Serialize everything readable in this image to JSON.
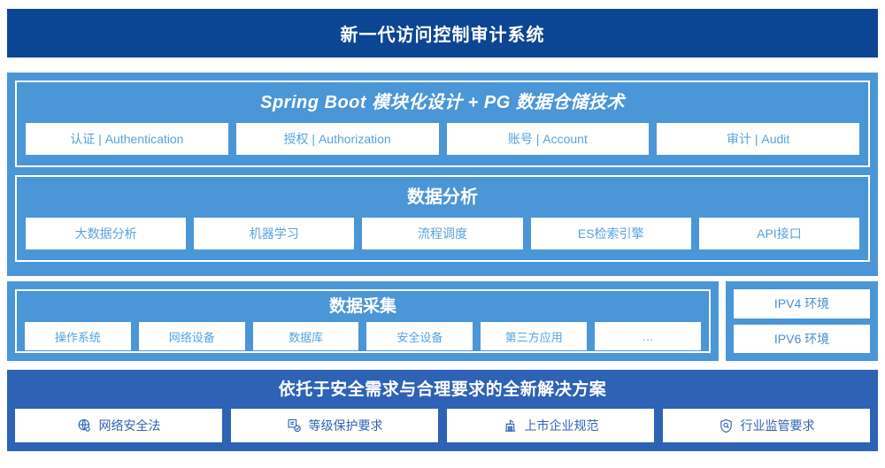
{
  "header": {
    "title": "新一代访问控制审计系统",
    "bg_color": "#0c4594"
  },
  "colors": {
    "panel_blue": "#4a96d6",
    "banner_blue": "#2d62b5",
    "header_navy": "#0c4594",
    "cell_text": "#56a3de",
    "banner_cell_text": "#2f63b6",
    "cell_bg": "#ffffff"
  },
  "main_panel": {
    "sections": [
      {
        "title": "Spring Boot 模块化设计 + PG 数据仓储技术",
        "title_style": "italic",
        "items": [
          {
            "label": "认证 | Authentication"
          },
          {
            "label": "授权 | Authorization"
          },
          {
            "label": "账号 | Account"
          },
          {
            "label": "审计 | Audit"
          }
        ]
      },
      {
        "title": "数据分析",
        "title_style": "normal",
        "items": [
          {
            "label": "大数据分析"
          },
          {
            "label": "机器学习"
          },
          {
            "label": "流程调度"
          },
          {
            "label": "ES检索引擎"
          },
          {
            "label": "API接口"
          }
        ]
      }
    ]
  },
  "collection": {
    "title": "数据采集",
    "items": [
      {
        "label": "操作系统"
      },
      {
        "label": "网络设备"
      },
      {
        "label": "数据库"
      },
      {
        "label": "安全设备"
      },
      {
        "label": "第三方应用"
      },
      {
        "label": "…"
      }
    ]
  },
  "environments": {
    "items": [
      {
        "label": "IPV4 环境"
      },
      {
        "label": "IPV6 环境"
      }
    ]
  },
  "banner": {
    "title": "依托于安全需求与合理要求的全新解决方案",
    "items": [
      {
        "label": "网络安全法",
        "icon": "globe-network-icon"
      },
      {
        "label": "等级保护要求",
        "icon": "document-check-icon"
      },
      {
        "label": "上市企业规范",
        "icon": "bank-building-icon"
      },
      {
        "label": "行业监管要求",
        "icon": "shield-search-icon"
      }
    ]
  }
}
